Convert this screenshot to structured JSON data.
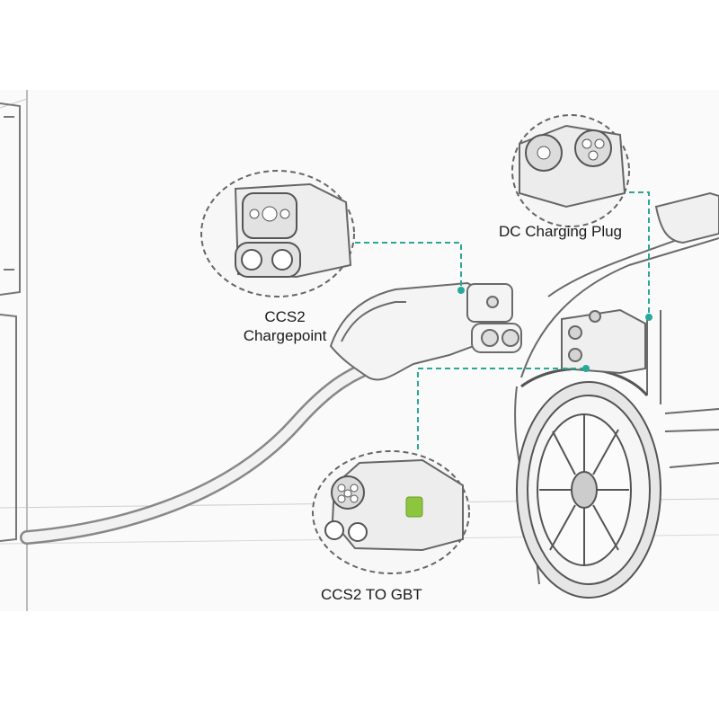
{
  "labels": {
    "dc_plug": "DC Charging Plug",
    "ccs2_line1": "CCS2",
    "ccs2_line2": "Chargepoint",
    "adapter": "CCS2 TO GBT"
  },
  "colors": {
    "leader_line": "#2aa79b",
    "sketch": "#555555",
    "background": "#ffffff",
    "badge_green": "#8cc63f"
  }
}
